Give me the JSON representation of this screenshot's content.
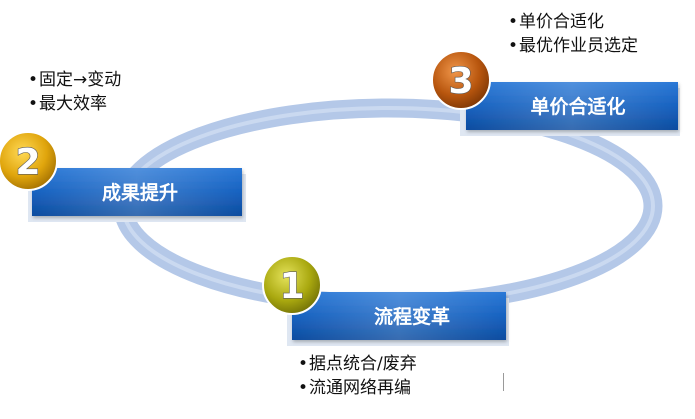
{
  "steps": [
    {
      "number": "1",
      "title": "流程变革",
      "notes": [
        "据点统合/废弃",
        "流通网络再编"
      ]
    },
    {
      "number": "2",
      "title": "成果提升",
      "notes": [
        "固定→变动",
        "最大效率"
      ]
    },
    {
      "number": "3",
      "title": "单价合适化",
      "notes": [
        "单价合适化",
        "最优作业员选定"
      ]
    }
  ],
  "colors": {
    "ring": "#b4c8e8",
    "box": "#1a63c1",
    "box_dark": "#0d4a9c",
    "badge_1": "#a9a80f",
    "badge_2": "#e0a50c",
    "badge_3": "#b8560e"
  }
}
